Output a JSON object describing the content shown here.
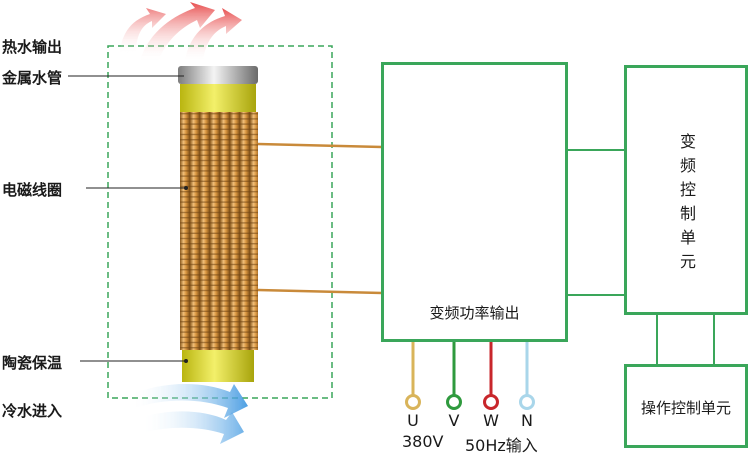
{
  "labels": {
    "hot_out": "热水输出",
    "metal_pipe": "金属水管",
    "coil": "电磁线圈",
    "ceramic": "陶瓷保温",
    "cold_in": "冷水进入"
  },
  "power_unit": {
    "label": "变频功率输出"
  },
  "vfd_control": {
    "label": "变频控制单元"
  },
  "operation_control": {
    "label": "操作控制单元"
  },
  "phases": [
    {
      "letter": "U",
      "color": "#d9b45a"
    },
    {
      "letter": "V",
      "color": "#2f9a3e"
    },
    {
      "letter": "W",
      "color": "#c8262b"
    },
    {
      "letter": "N",
      "color": "#a9d6ea"
    }
  ],
  "supply": {
    "voltage": "380V",
    "freq": "50Hz输入"
  },
  "colors": {
    "green": "#3aa65a",
    "copper": "#c98a3a",
    "yellow": "#e3e02a"
  }
}
